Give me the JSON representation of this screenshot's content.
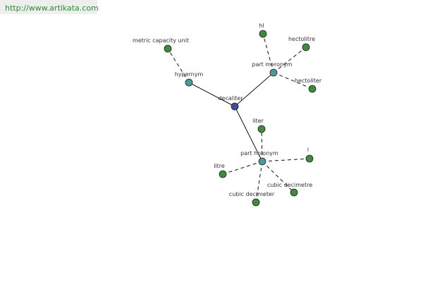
{
  "header": {
    "link_text": "http://www.artikata.com"
  },
  "colors": {
    "center": "#3b4e9a",
    "relation": "#4a9a9a",
    "leaf": "#3f8a3f",
    "edge": "#111111",
    "link": "#2e8b2e"
  },
  "graph": {
    "nodes": [
      {
        "id": "decaliter",
        "label": "decaliter",
        "kind": "center"
      },
      {
        "id": "hypernym",
        "label": "hypernym",
        "kind": "relation"
      },
      {
        "id": "part-meronym",
        "label": "part meronym",
        "kind": "relation"
      },
      {
        "id": "part-holonym",
        "label": "part holonym",
        "kind": "relation"
      },
      {
        "id": "metric-capacity-unit",
        "label": "metric capacity unit",
        "kind": "leaf"
      },
      {
        "id": "hl",
        "label": "hl",
        "kind": "leaf"
      },
      {
        "id": "hectolitre",
        "label": "hectolitre",
        "kind": "leaf"
      },
      {
        "id": "hectoliter",
        "label": "hectoliter",
        "kind": "leaf"
      },
      {
        "id": "liter",
        "label": "liter",
        "kind": "leaf"
      },
      {
        "id": "l",
        "label": "l",
        "kind": "leaf"
      },
      {
        "id": "litre",
        "label": "litre",
        "kind": "leaf"
      },
      {
        "id": "cubic-decimetre",
        "label": "cubic decimetre",
        "kind": "leaf"
      },
      {
        "id": "cubic-decimeter",
        "label": "cubic decimeter",
        "kind": "leaf"
      }
    ],
    "edges": [
      {
        "from": "decaliter",
        "to": "hypernym",
        "style": "solid"
      },
      {
        "from": "decaliter",
        "to": "part-meronym",
        "style": "solid"
      },
      {
        "from": "decaliter",
        "to": "part-holonym",
        "style": "solid"
      },
      {
        "from": "hypernym",
        "to": "metric-capacity-unit",
        "style": "dashed"
      },
      {
        "from": "part-meronym",
        "to": "hl",
        "style": "dashed"
      },
      {
        "from": "part-meronym",
        "to": "hectolitre",
        "style": "dashed"
      },
      {
        "from": "part-meronym",
        "to": "hectoliter",
        "style": "dashed"
      },
      {
        "from": "part-holonym",
        "to": "liter",
        "style": "dashed"
      },
      {
        "from": "part-holonym",
        "to": "l",
        "style": "dashed"
      },
      {
        "from": "part-holonym",
        "to": "litre",
        "style": "dashed"
      },
      {
        "from": "part-holonym",
        "to": "cubic-decimetre",
        "style": "dashed"
      },
      {
        "from": "part-holonym",
        "to": "cubic-decimeter",
        "style": "dashed"
      }
    ]
  }
}
